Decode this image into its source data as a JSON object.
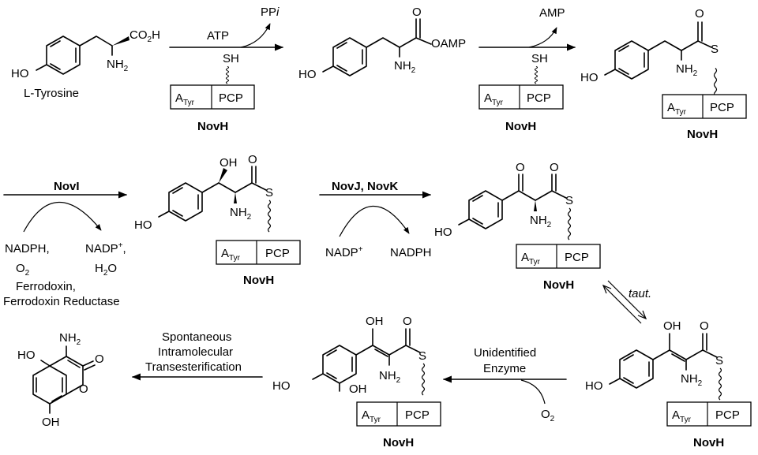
{
  "compounds": {
    "tyrosine_name": "L-Tyrosine",
    "co2h": "CO",
    "co2h_sub": "2",
    "co2h_h": "H",
    "nh2": "NH",
    "nh2_sub": "2",
    "ho": "HO",
    "oh": "OH",
    "o": "O",
    "oamp": "OAMP",
    "s": "S",
    "sh": "SH"
  },
  "enzyme": {
    "name": "NovH",
    "domain_a": "A",
    "domain_a_sub": "Tyr",
    "domain_pcp": "PCP"
  },
  "steps": {
    "step1_cofactor": "ATP",
    "step1_product": "PP",
    "step1_product_italic": "i",
    "step2_product": "AMP",
    "step3_enzyme": "NovI",
    "step3_in1": "NADPH,",
    "step3_in2": "O",
    "step3_in2_sub": "2",
    "step3_out1": "NADP",
    "step3_out1_sup": "+",
    "step3_out1_comma": ",",
    "step3_out2": "H",
    "step3_out2_sub": "2",
    "step3_out2_end": "O",
    "step3_aux1": "Ferrodoxin,",
    "step3_aux2": "Ferrodoxin Reductase",
    "step4_enzyme": "NovJ, NovK",
    "step4_in": "NADP",
    "step4_in_sup": "+",
    "step4_out": "NADPH",
    "step5_label": "taut.",
    "step6_enzyme1": "Unidentified",
    "step6_enzyme2": "Enzyme",
    "step6_in": "O",
    "step6_in_sub": "2",
    "step7_line1": "Spontaneous",
    "step7_line2": "Intramolecular",
    "step7_line3": "Transesterification"
  }
}
